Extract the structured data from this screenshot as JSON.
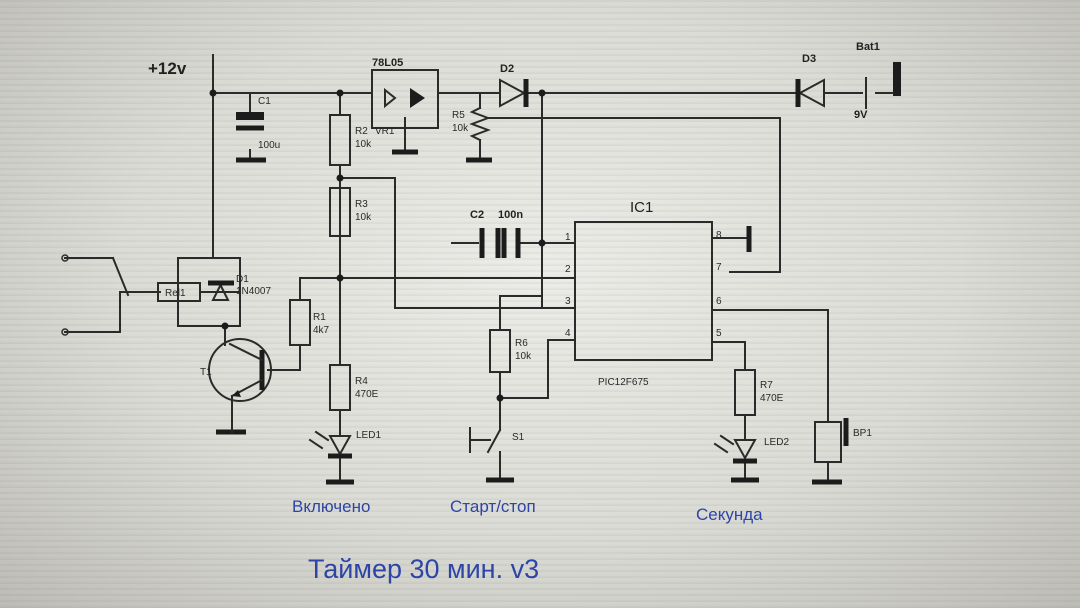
{
  "supply": {
    "label": "+12v"
  },
  "battery": {
    "name": "Bat1",
    "voltage": "9V"
  },
  "ic": {
    "name": "IC1",
    "part": "PIC12F675",
    "pins": [
      "1",
      "2",
      "3",
      "4",
      "5",
      "6",
      "7",
      "8"
    ]
  },
  "components": {
    "c1": {
      "name": "C1",
      "value": "100u"
    },
    "c2": {
      "name": "C2",
      "value": "100n"
    },
    "reg": {
      "name": "78L05"
    },
    "vr1": {
      "name": "VR1"
    },
    "d1": {
      "name": "D1",
      "value": "1N4007"
    },
    "d2": {
      "name": "D2"
    },
    "d3": {
      "name": "D3"
    },
    "r1": {
      "name": "R1",
      "value": "4k7"
    },
    "r2": {
      "name": "R2",
      "value": "10k"
    },
    "r3": {
      "name": "R3",
      "value": "10k"
    },
    "r4": {
      "name": "R4",
      "value": "470E"
    },
    "r5": {
      "name": "R5",
      "value": "10k"
    },
    "r6": {
      "name": "R6",
      "value": "10k"
    },
    "r7": {
      "name": "R7",
      "value": "470E"
    },
    "rel1": {
      "name": "Rel1"
    },
    "t1": {
      "name": "T1"
    },
    "s1": {
      "name": "S1"
    },
    "led1": {
      "name": "LED1"
    },
    "led2": {
      "name": "LED2"
    },
    "bp1": {
      "name": "BP1"
    }
  },
  "captions": {
    "on": "Включено",
    "startstop": "Старт/стоп",
    "second": "Секунда"
  },
  "title": "Таймер 30 мин. v3"
}
